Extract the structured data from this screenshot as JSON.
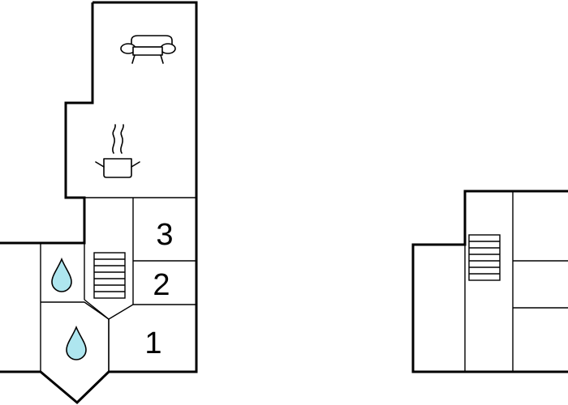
{
  "floor_plan": {
    "rooms": {
      "bedroom_1": {
        "label": "1"
      },
      "bedroom_2": {
        "label": "2"
      },
      "bedroom_3": {
        "label": "3"
      }
    },
    "icons": [
      "sofa-icon",
      "cooking-pot-icon",
      "water-drop-icon",
      "water-drop-icon",
      "staircase-icon",
      "staircase-icon"
    ]
  }
}
